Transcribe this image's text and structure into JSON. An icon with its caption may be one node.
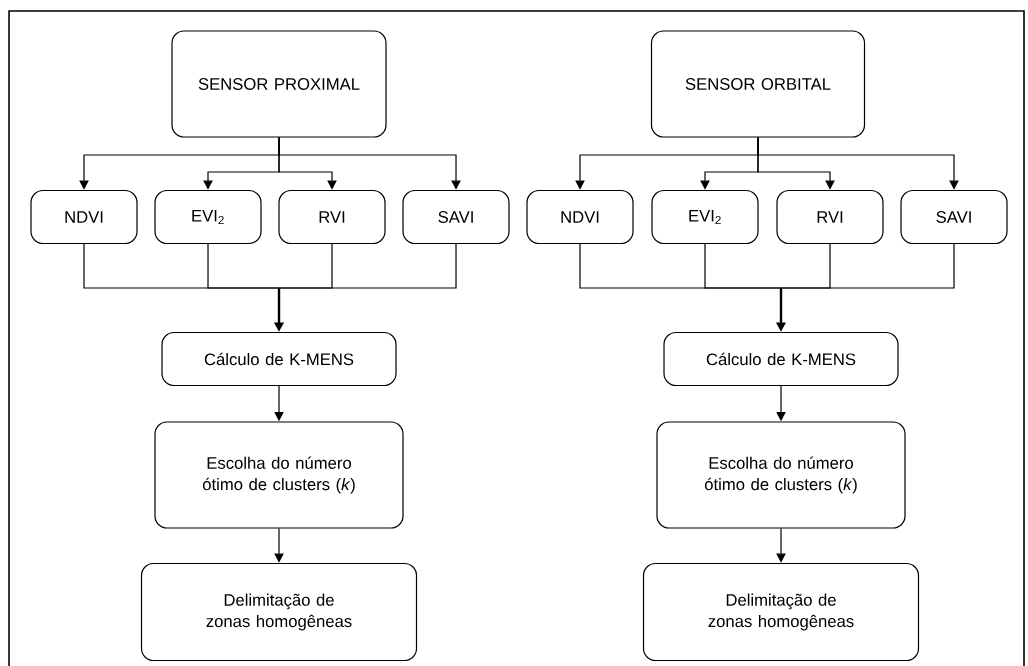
{
  "diagram": {
    "nodes": [
      {
        "text": [
          "SENSOR PROXIMAL"
        ]
      },
      {
        "text": [
          "SENSOR ORBITAL"
        ]
      },
      {
        "text": [
          "NDVI"
        ]
      },
      {
        "text": [
          "EVI$_{2}$"
        ]
      },
      {
        "text": [
          "RVI"
        ]
      },
      {
        "text": [
          "SAVI"
        ]
      },
      {
        "text": [
          "NDVI"
        ]
      },
      {
        "text": [
          "EVI$_{2}$"
        ]
      },
      {
        "text": [
          "RVI"
        ]
      },
      {
        "text": [
          "SAVI"
        ]
      },
      {
        "text": [
          "Cálculo de K-MENS"
        ]
      },
      {
        "text": [
          "Cálculo de K-MENS"
        ]
      },
      {
        "text": [
          "Escolha do número ótimo de clusters (*k*)"
        ]
      },
      {
        "text": [
          "Escolha do número ótimo de clusters (*k*)"
        ]
      },
      {
        "text": [
          "Delimitação de zonas homogêneas"
        ]
      },
      {
        "text": [
          "Delimitação de zonas homogêneas"
        ]
      }
    ],
    "edges": [
      {
        "from": 0,
        "to": 2,
        "arrow": "to"
      },
      {
        "from": 0,
        "to": 3,
        "arrow": "to"
      },
      {
        "from": 0,
        "to": 4,
        "arrow": "to"
      },
      {
        "from": 0,
        "to": 5,
        "arrow": "to"
      },
      {
        "from": 1,
        "to": 6,
        "arrow": "to"
      },
      {
        "from": 1,
        "to": 7,
        "arrow": "to"
      },
      {
        "from": 1,
        "to": 8,
        "arrow": "to"
      },
      {
        "from": 1,
        "to": 9,
        "arrow": "to"
      },
      {
        "from": 2,
        "to": 10,
        "arrow": "to"
      },
      {
        "from": 3,
        "to": 10,
        "arrow": "to"
      },
      {
        "from": 4,
        "to": 10,
        "arrow": "to"
      },
      {
        "from": 5,
        "to": 10,
        "arrow": "to"
      },
      {
        "from": 6,
        "to": 11,
        "arrow": "to"
      },
      {
        "from": 7,
        "to": 11,
        "arrow": "to"
      },
      {
        "from": 8,
        "to": 11,
        "arrow": "to"
      },
      {
        "from": 9,
        "to": 11,
        "arrow": "to"
      },
      {
        "from": 10,
        "to": 12,
        "arrow": "to"
      },
      {
        "from": 11,
        "to": 13,
        "arrow": "to"
      },
      {
        "from": 12,
        "to": 14,
        "arrow": "to"
      },
      {
        "from": 13,
        "to": 15,
        "arrow": "to"
      }
    ]
  }
}
